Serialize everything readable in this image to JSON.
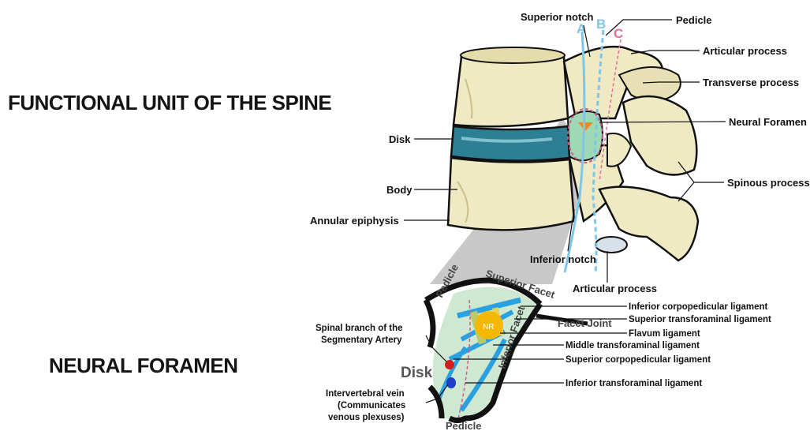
{
  "titles": {
    "functional_unit": "FUNCTIONAL UNIT OF THE SPINE",
    "neural_foramen": "NEURAL FORAMEN"
  },
  "vertebra_labels": {
    "superior_notch": "Superior notch",
    "pedicle": "Pedicle",
    "articular_process_top": "Articular process",
    "transverse_process": "Transverse process",
    "neural_foramen": "Neural Foramen",
    "disk": "Disk",
    "body": "Body",
    "spinous_process": "Spinous process",
    "annular_epiphysis": "Annular epiphysis",
    "inferior_notch": "Inferior notch",
    "articular_process_bottom": "Articular process"
  },
  "planes": {
    "a": "A",
    "b": "B",
    "c": "C"
  },
  "foramen_labels": {
    "pedicle_top": "Pedicle",
    "superior_facet": "Superior Facet",
    "inferior_facet": "Inferior Facet",
    "facet_joint": "Facet Joint",
    "nr": "NR",
    "disk": "Disk",
    "pedicle_bottom": "Pedicle",
    "spinal_branch_line1": "Spinal branch of the",
    "spinal_branch_line2": "Segmentary Artery",
    "intervertebral_vein_line1": "Intervertebral vein",
    "intervertebral_vein_line2": "(Communicates",
    "intervertebral_vein_line3": "venous plexuses)"
  },
  "ligaments": {
    "inferior_corpopedicular": "Inferior corpopedicular ligament",
    "superior_transforaminal": "Superior transforaminal ligament",
    "flavum": "Flavum ligament",
    "middle_transforaminal": "Middle transforaminal ligament",
    "superior_corpopedicular": "Superior corpopedicular ligament",
    "inferior_transforaminal": "Inferior transforaminal ligament"
  },
  "colors": {
    "bone": "#efe9c4",
    "bone_shadow": "#c9c08a",
    "disk": "#2d7f93",
    "plane_a": "#7fc6e8",
    "plane_b": "#7fc6e8",
    "plane_c": "#e0709a",
    "foramen_fill": "#cfe8d2",
    "ligament_blue": "#2aa0e0",
    "nerve_root": "#f5b800"
  }
}
